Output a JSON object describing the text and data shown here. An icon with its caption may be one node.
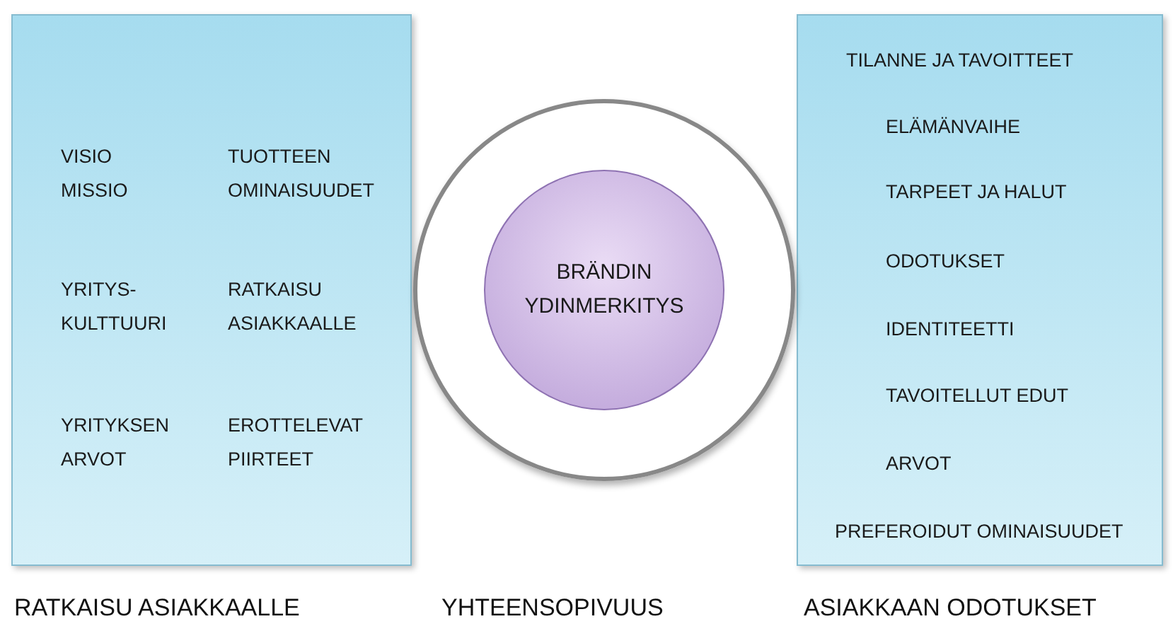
{
  "diagram": {
    "nodes": [
      {
        "text": [
          "VISIO MISSIO",
          "TUOTTEEN OMINAISUUDET",
          "YRITYS- KULTTUURI",
          "RATKAISU ASIAKKAALLE",
          "YRITYKSEN ARVOT",
          "EROTTELEVAT PIIRTEET"
        ],
        "beside": [
          "RATKAISU ASIAKKAALLE"
        ]
      },
      {
        "text": [
          "TILANNE JA TAVOITTEET",
          "ELÄMÄNVAIHE",
          "TARPEET JA HALUT",
          "ODOTUKSET",
          "IDENTITEETTI",
          "TAVOITELLUT EDUT",
          "ARVOT",
          "PREFEROIDUT OMINAISUUDET"
        ],
        "beside": [
          "ASIAKKAAN ODOTUKSET"
        ]
      },
      {
        "text": [],
        "shape": "circle"
      },
      {
        "text": [
          "BRÄNDIN YDINMERKITYS"
        ],
        "in": 2
      }
    ],
    "edges": [],
    "labels": [
      "YHTEENSOPIVUUS"
    ]
  }
}
